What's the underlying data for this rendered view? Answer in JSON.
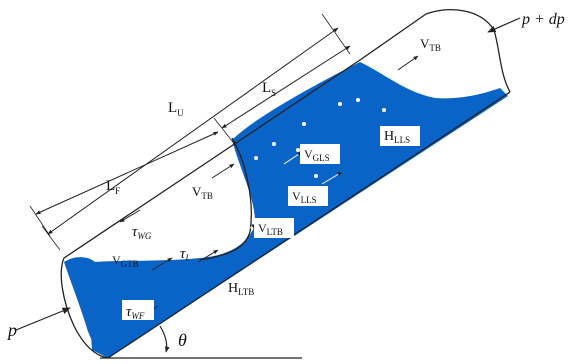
{
  "labels": {
    "pressure_in": "p",
    "pressure_out": "p + dp",
    "angle": "θ",
    "unit_length": "L",
    "unit_length_sub": "U",
    "slug_length": "L",
    "slug_length_sub": "S",
    "film_length": "L",
    "film_length_sub": "F",
    "vtb_upper": "V",
    "vtb_upper_sub": "TB",
    "vtb_film": "V",
    "vtb_film_sub": "TB",
    "vgls": "V",
    "vgls_sub": "GLS",
    "vlls": "V",
    "vlls_sub": "LLS",
    "hlls": "H",
    "hlls_sub": "LLS",
    "vltb": "V",
    "vltb_sub": "LTB",
    "vgtb": "V",
    "vgtb_sub": "GTB",
    "hltb": "H",
    "hltb_sub": "LTB",
    "tau_wg": "τ",
    "tau_wg_sub": "WG",
    "tau_i": "τ",
    "tau_i_sub": "I",
    "tau_wf": "τ",
    "tau_wf_sub": "WF"
  },
  "colors": {
    "liquid": "#0a64c8",
    "outline": "#222222",
    "label_box": "#ffffff"
  }
}
